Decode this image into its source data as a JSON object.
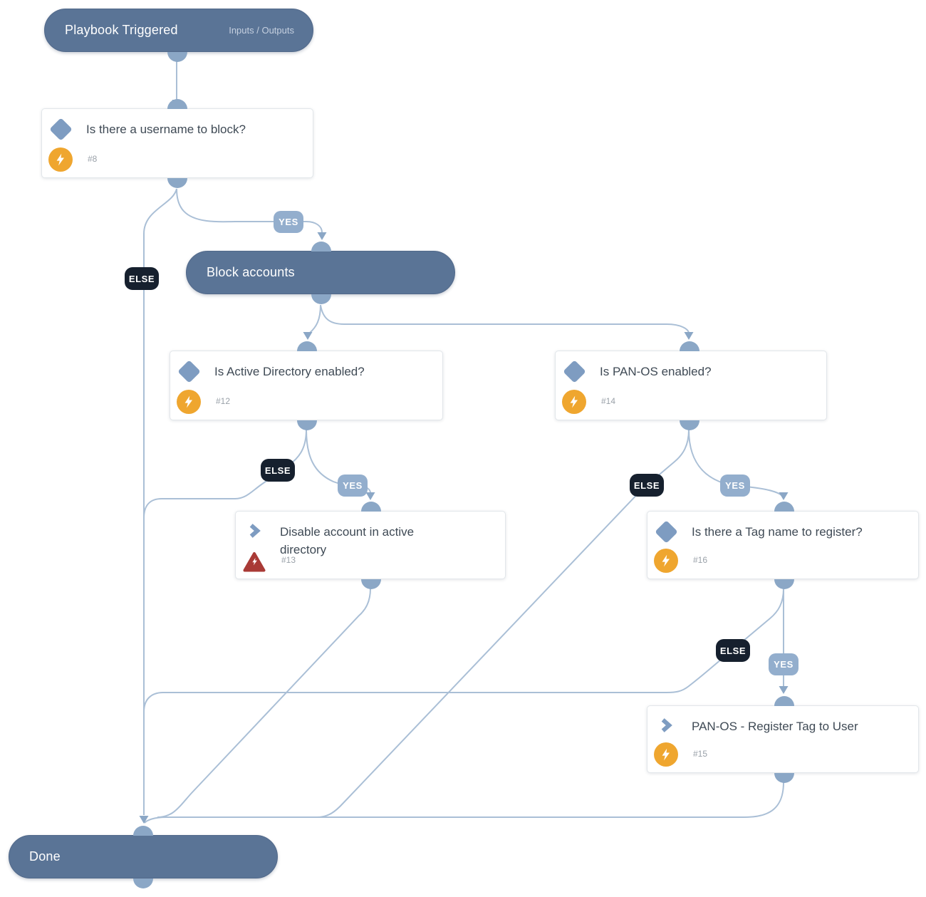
{
  "diagram": {
    "type": "playbook-flowchart",
    "branch_labels": {
      "yes": "YES",
      "else": "ELSE"
    },
    "nodes": {
      "trigger": {
        "title": "Playbook Triggered",
        "link": "Inputs / Outputs"
      },
      "cond8": {
        "title": "Is there a username to block?",
        "id": "#8"
      },
      "block": {
        "title": "Block accounts"
      },
      "cond12": {
        "title": "Is Active Directory enabled?",
        "id": "#12"
      },
      "cond14": {
        "title": "Is PAN-OS enabled?",
        "id": "#14"
      },
      "task13": {
        "title": "Disable account in active directory",
        "id": "#13"
      },
      "cond16": {
        "title": "Is there a Tag name to register?",
        "id": "#16"
      },
      "task15": {
        "title": "PAN-OS - Register Tag to User",
        "id": "#15"
      },
      "done": {
        "title": "Done"
      }
    },
    "edges": [
      {
        "from": "trigger",
        "to": "cond8"
      },
      {
        "from": "cond8",
        "to": "block",
        "branch": "YES"
      },
      {
        "from": "cond8",
        "to": "done",
        "branch": "ELSE"
      },
      {
        "from": "block",
        "to": "cond12"
      },
      {
        "from": "block",
        "to": "cond14"
      },
      {
        "from": "cond12",
        "to": "task13",
        "branch": "YES"
      },
      {
        "from": "cond12",
        "to": "done",
        "branch": "ELSE"
      },
      {
        "from": "cond14",
        "to": "cond16",
        "branch": "YES"
      },
      {
        "from": "cond14",
        "to": "done",
        "branch": "ELSE"
      },
      {
        "from": "cond16",
        "to": "task15",
        "branch": "YES"
      },
      {
        "from": "cond16",
        "to": "done",
        "branch": "ELSE"
      },
      {
        "from": "task13",
        "to": "done"
      },
      {
        "from": "task15",
        "to": "done"
      }
    ],
    "colors": {
      "section_pill": "#5a7496",
      "edge_line": "#aabfd6",
      "connector_dot": "#8ba7c6",
      "yes_label": "#93aecd",
      "else_label": "#16202e",
      "condition_icon": "#7e9cc1",
      "automation_badge": "#efa62f",
      "error_badge": "#a93a36"
    }
  }
}
